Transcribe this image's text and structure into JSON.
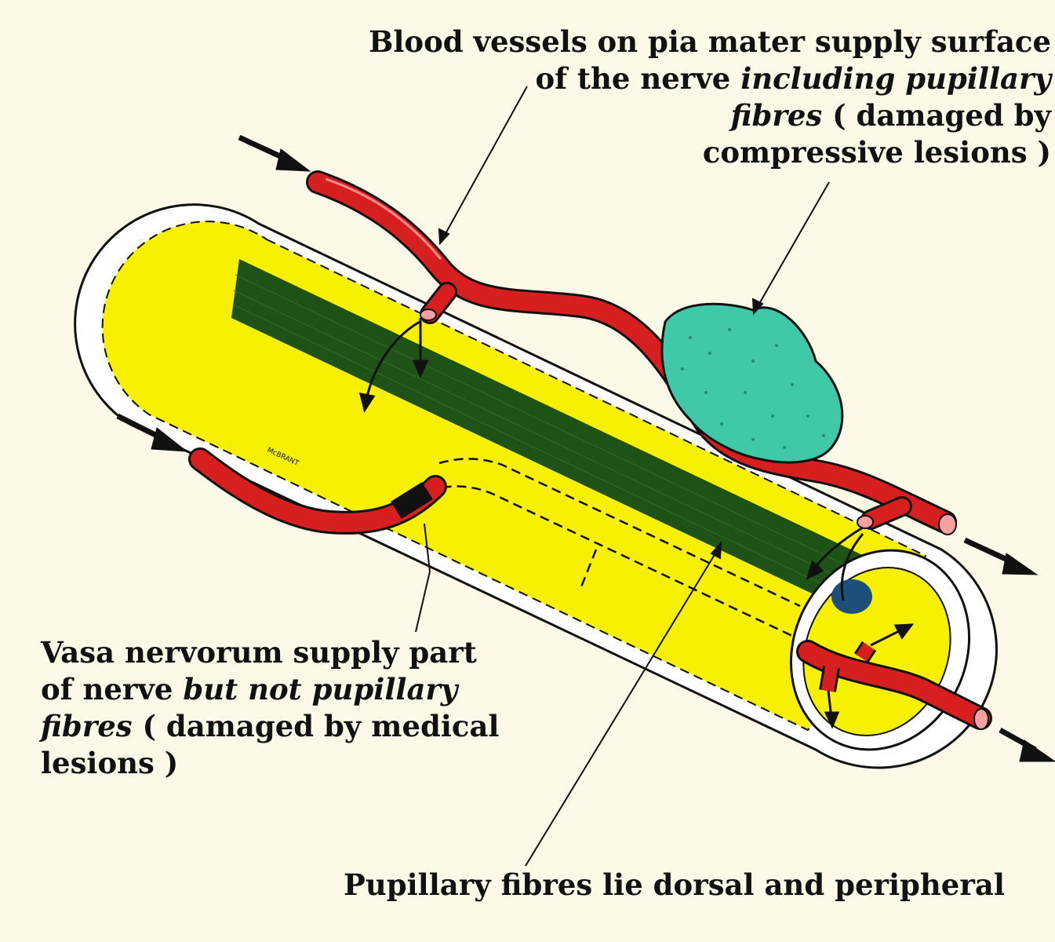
{
  "labels": {
    "top": {
      "line1": "Blood vessels on pia mater supply surface",
      "line2_a": "of the nerve ",
      "line2_b": "including pupillary",
      "line3_a": "fibres",
      "line3_b": " ( damaged by",
      "line4": "compressive lesions )"
    },
    "left": {
      "line1": "Vasa nervorum supply part",
      "line2_a": "of nerve ",
      "line2_b": "but not pupillary",
      "line3_a": "fibres",
      "line3_b": " ( damaged by medical",
      "line4": "lesions )"
    },
    "bottom": "Pupillary fibres lie dorsal and peripheral"
  },
  "signature": "McBRANT",
  "colors": {
    "background": "#fdf9e8",
    "nerve_yellow": "#f7f000",
    "pupillary_green": "#1f5217",
    "vessel_red": "#d81f1f",
    "lesion_teal": "#3fc9a8",
    "nerve_sheath": "#ffffff",
    "cross_section_dot": "#1d4f7a"
  }
}
